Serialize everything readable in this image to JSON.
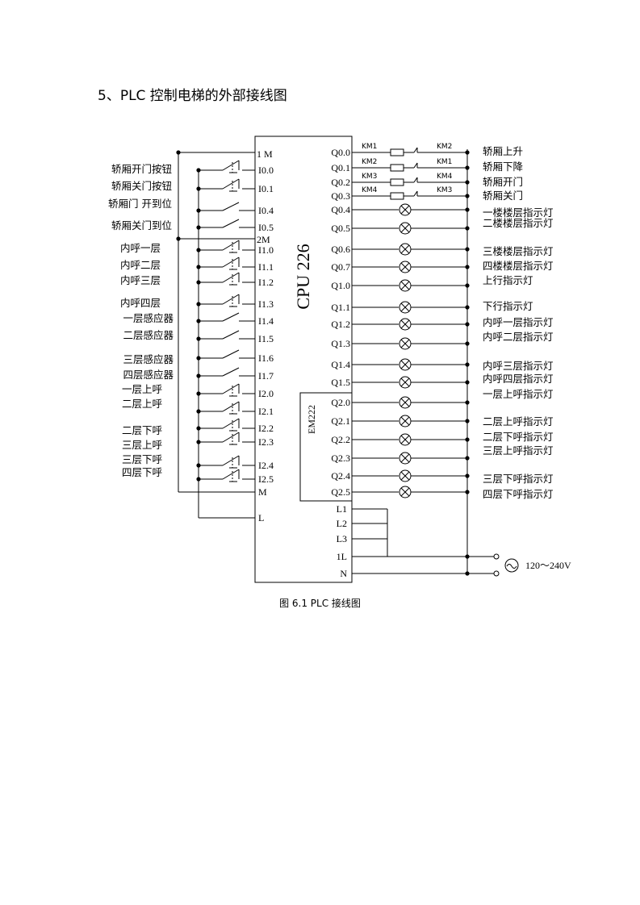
{
  "heading": "5、PLC 控制电梯的外部接线图",
  "caption": "图 6.1 PLC 接线图",
  "cpu_label": "CPU 226",
  "em_label": "EM222",
  "supply_label": "120～240V",
  "inputs": [
    {
      "pin": "1 M",
      "label": ""
    },
    {
      "pin": "I0.0",
      "label": "轿厢开门按钮"
    },
    {
      "pin": "I0.1",
      "label": "轿厢关门按钮"
    },
    {
      "pin": "I0.4",
      "label": "轿厢门 开到位"
    },
    {
      "pin": "I0.5",
      "label": "轿厢关门到位"
    },
    {
      "pin": "2M",
      "label": ""
    },
    {
      "pin": "I1.0",
      "label": "内呼一层"
    },
    {
      "pin": "I1.1",
      "label": "内呼二层"
    },
    {
      "pin": "I1.2",
      "label": "内呼三层"
    },
    {
      "pin": "I1.3",
      "label": "内呼四层"
    },
    {
      "pin": "I1.4",
      "label": "一层感应器"
    },
    {
      "pin": "I1.5",
      "label": "二层感应器"
    },
    {
      "pin": "I1.6",
      "label": "三层感应器"
    },
    {
      "pin": "I1.7",
      "label": "四层感应器"
    },
    {
      "pin": "I2.0",
      "label": "一层上呼"
    },
    {
      "pin": "I2.1",
      "label": "二层上呼"
    },
    {
      "pin": "I2.2",
      "label": "二层下呼"
    },
    {
      "pin": "I2.3",
      "label": "三层上呼"
    },
    {
      "pin": "I2.4",
      "label": "三层下呼"
    },
    {
      "pin": "I2.5",
      "label": "四层下呼"
    },
    {
      "pin": "M",
      "label": ""
    },
    {
      "pin": "L",
      "label": ""
    }
  ],
  "outputs": [
    {
      "pin": "Q0.0",
      "label": "轿厢上升",
      "contactor": "KM1",
      "interlock": "KM2"
    },
    {
      "pin": "Q0.1",
      "label": "轿厢下降",
      "contactor": "KM2",
      "interlock": "KM1"
    },
    {
      "pin": "Q0.2",
      "label": "轿厢开门",
      "contactor": "KM3",
      "interlock": "KM4"
    },
    {
      "pin": "Q0.3",
      "label": "轿厢关门",
      "contactor": "KM4",
      "interlock": "KM3"
    },
    {
      "pin": "Q0.4",
      "label": "一楼楼层指示灯"
    },
    {
      "pin": "Q0.5",
      "label": "二楼楼层指示灯"
    },
    {
      "pin": "Q0.6",
      "label": "三楼楼层指示灯"
    },
    {
      "pin": "Q0.7",
      "label": "四楼楼层指示灯"
    },
    {
      "pin": "Q1.0",
      "label": "上行指示灯"
    },
    {
      "pin": "Q1.1",
      "label": "下行指示灯"
    },
    {
      "pin": "Q1.2",
      "label": "内呼一层指示灯"
    },
    {
      "pin": "Q1.3",
      "label": "内呼二层指示灯"
    },
    {
      "pin": "Q1.4",
      "label": "内呼三层指示灯"
    },
    {
      "pin": "Q1.5",
      "label": "内呼四层指示灯"
    },
    {
      "pin": "Q2.0",
      "label": "一层上呼指示灯"
    },
    {
      "pin": "Q2.1",
      "label": "二层上呼指示灯"
    },
    {
      "pin": "Q2.2",
      "label": "二层下呼指示灯"
    },
    {
      "pin": "Q2.3",
      "label": "三层上呼指示灯"
    },
    {
      "pin": "Q2.4",
      "label": "三层下呼指示灯"
    },
    {
      "pin": "Q2.5",
      "label": "四层下呼指示灯"
    }
  ],
  "power_pins": [
    "L1",
    "L2",
    "L3",
    "1L",
    "N"
  ]
}
